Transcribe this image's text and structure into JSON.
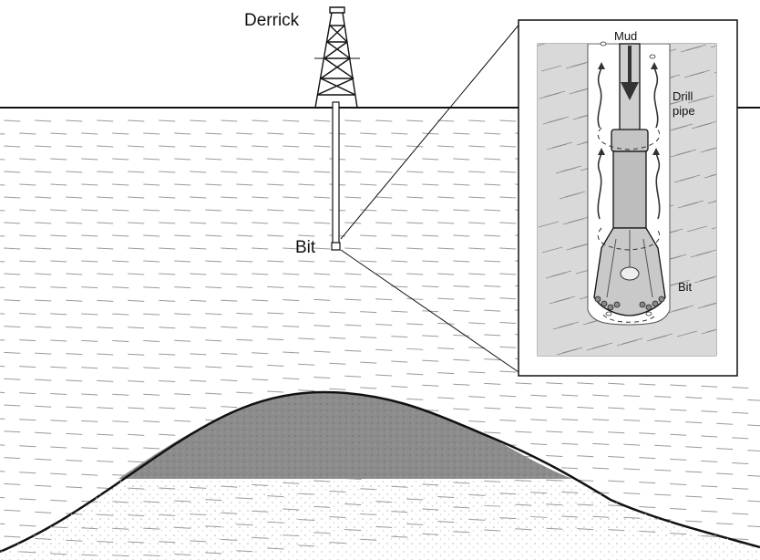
{
  "labels": {
    "derrick": "Derrick",
    "bit": "Bit",
    "mud": "Mud",
    "drill_pipe_line1": "Drill",
    "drill_pipe_line2": "pipe",
    "inset_bit": "Bit"
  },
  "colors": {
    "outline": "#111111",
    "strata_dash": "#9a9a9a",
    "reservoir": "#8c8c8c",
    "rock_stipple": "#c8c8c8",
    "inset_rock": "#d6d6d6",
    "inset_hole": "#ffffff",
    "pipe": "#bdbdbd"
  },
  "icons": {
    "derrick": "derrick-tower-icon",
    "flow_up": "arrow-up-icon",
    "flow_down": "arrow-down-icon"
  }
}
